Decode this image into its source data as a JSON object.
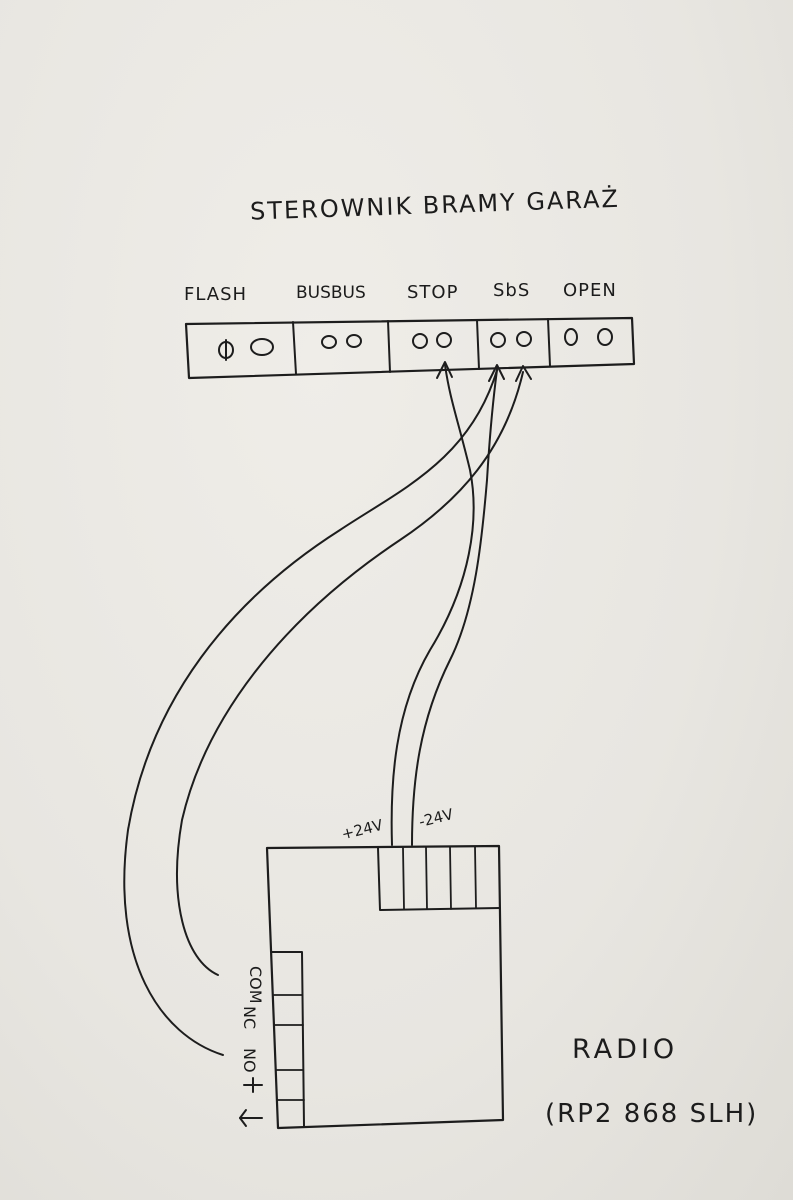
{
  "title": "STEROWNIK BRAMY GARAŻ",
  "controller": {
    "terminals": [
      {
        "label": "FLASH"
      },
      {
        "label": "BUSBUS"
      },
      {
        "label": "STOP"
      },
      {
        "label": "SbS"
      },
      {
        "label": "OPEN"
      }
    ]
  },
  "radio": {
    "name": "RADIO",
    "model": "(RP2 868 SLH)",
    "power_plus": "+24V",
    "power_minus": "-24V",
    "relay_pins": [
      "COM",
      "NC",
      "NO"
    ],
    "ground_symbol": "⏚"
  }
}
